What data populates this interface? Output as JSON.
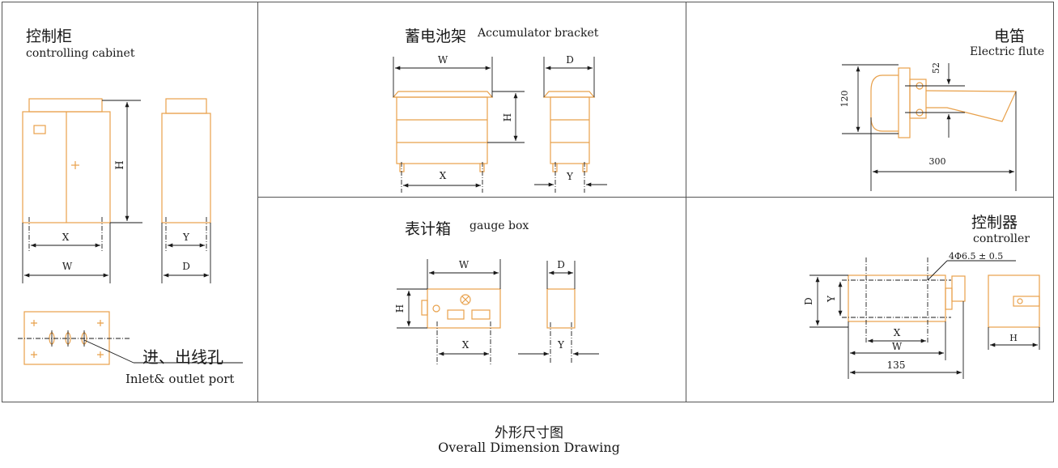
{
  "panels": {
    "cabinet": {
      "title_zh": "控制柜",
      "title_en": "controlling cabinet"
    },
    "bracket": {
      "title_zh": "蓄电池架",
      "title_en": "Accumulator bracket"
    },
    "flute": {
      "title_zh": "电笛",
      "title_en": "Electric flute"
    },
    "gauge": {
      "title_zh": "表计箱",
      "title_en": "gauge box"
    },
    "controller": {
      "title_zh": "控制器",
      "title_en": "controller"
    }
  },
  "port_label": {
    "zh": "进、出线孔",
    "en": "Inlet& outlet port"
  },
  "dims": {
    "W": "W",
    "D": "D",
    "H": "H",
    "X": "X",
    "Y": "Y",
    "flute_120": "120",
    "flute_52": "52",
    "flute_300": "300",
    "ctrl_135": "135",
    "ctrl_hole": "4Φ6.5 ± 0.5"
  },
  "footer": {
    "zh": "外形尺寸图",
    "en": "Overall Dimension Drawing"
  },
  "colors": {
    "outline": "#e8a04a",
    "line": "#1a1a1a",
    "border": "#555555"
  }
}
